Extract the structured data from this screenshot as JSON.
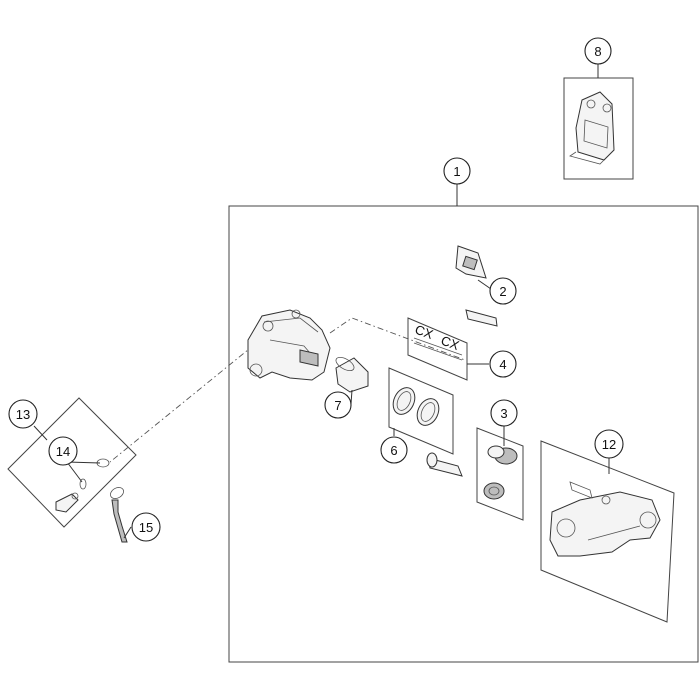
{
  "callouts": {
    "c1": "1",
    "c2": "2",
    "c3": "3",
    "c4": "4",
    "c6": "6",
    "c7": "7",
    "c8": "8",
    "c12": "12",
    "c13": "13",
    "c14": "14",
    "c15": "15"
  },
  "pad_marks": {
    "mark_a": "CX",
    "mark_b": "CX"
  }
}
